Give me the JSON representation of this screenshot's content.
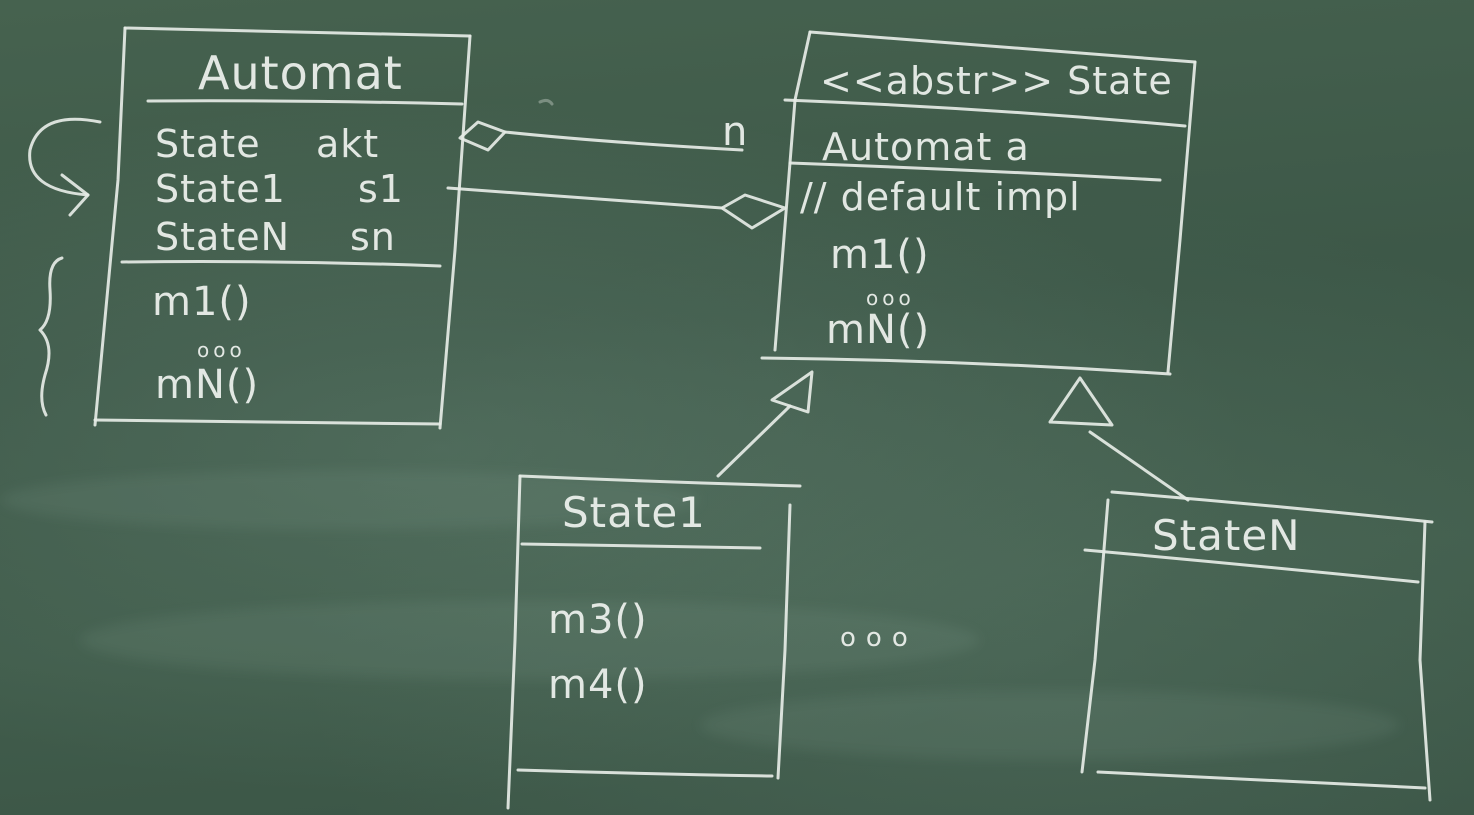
{
  "classes": {
    "automat": {
      "name": "Automat",
      "attributes": [
        {
          "type": "State",
          "name": "akt"
        },
        {
          "type": "State1",
          "name": "s1"
        },
        {
          "type": "StateN",
          "name": "sn"
        }
      ],
      "operations": [
        "m1()",
        "mN()"
      ],
      "ellipsis": "ooo"
    },
    "state": {
      "stereotype": "<<abstr>> State",
      "attributes": [
        "Automat a"
      ],
      "comment": "// default impl",
      "operations": [
        "m1()",
        "mN()"
      ],
      "ellipsis": "ooo"
    },
    "state1": {
      "name": "State1",
      "operations": [
        "m3()",
        "m4()"
      ]
    },
    "staten": {
      "name": "StateN"
    }
  },
  "associations": {
    "multiplicity_label": "n"
  },
  "between_subclasses": "ooo"
}
